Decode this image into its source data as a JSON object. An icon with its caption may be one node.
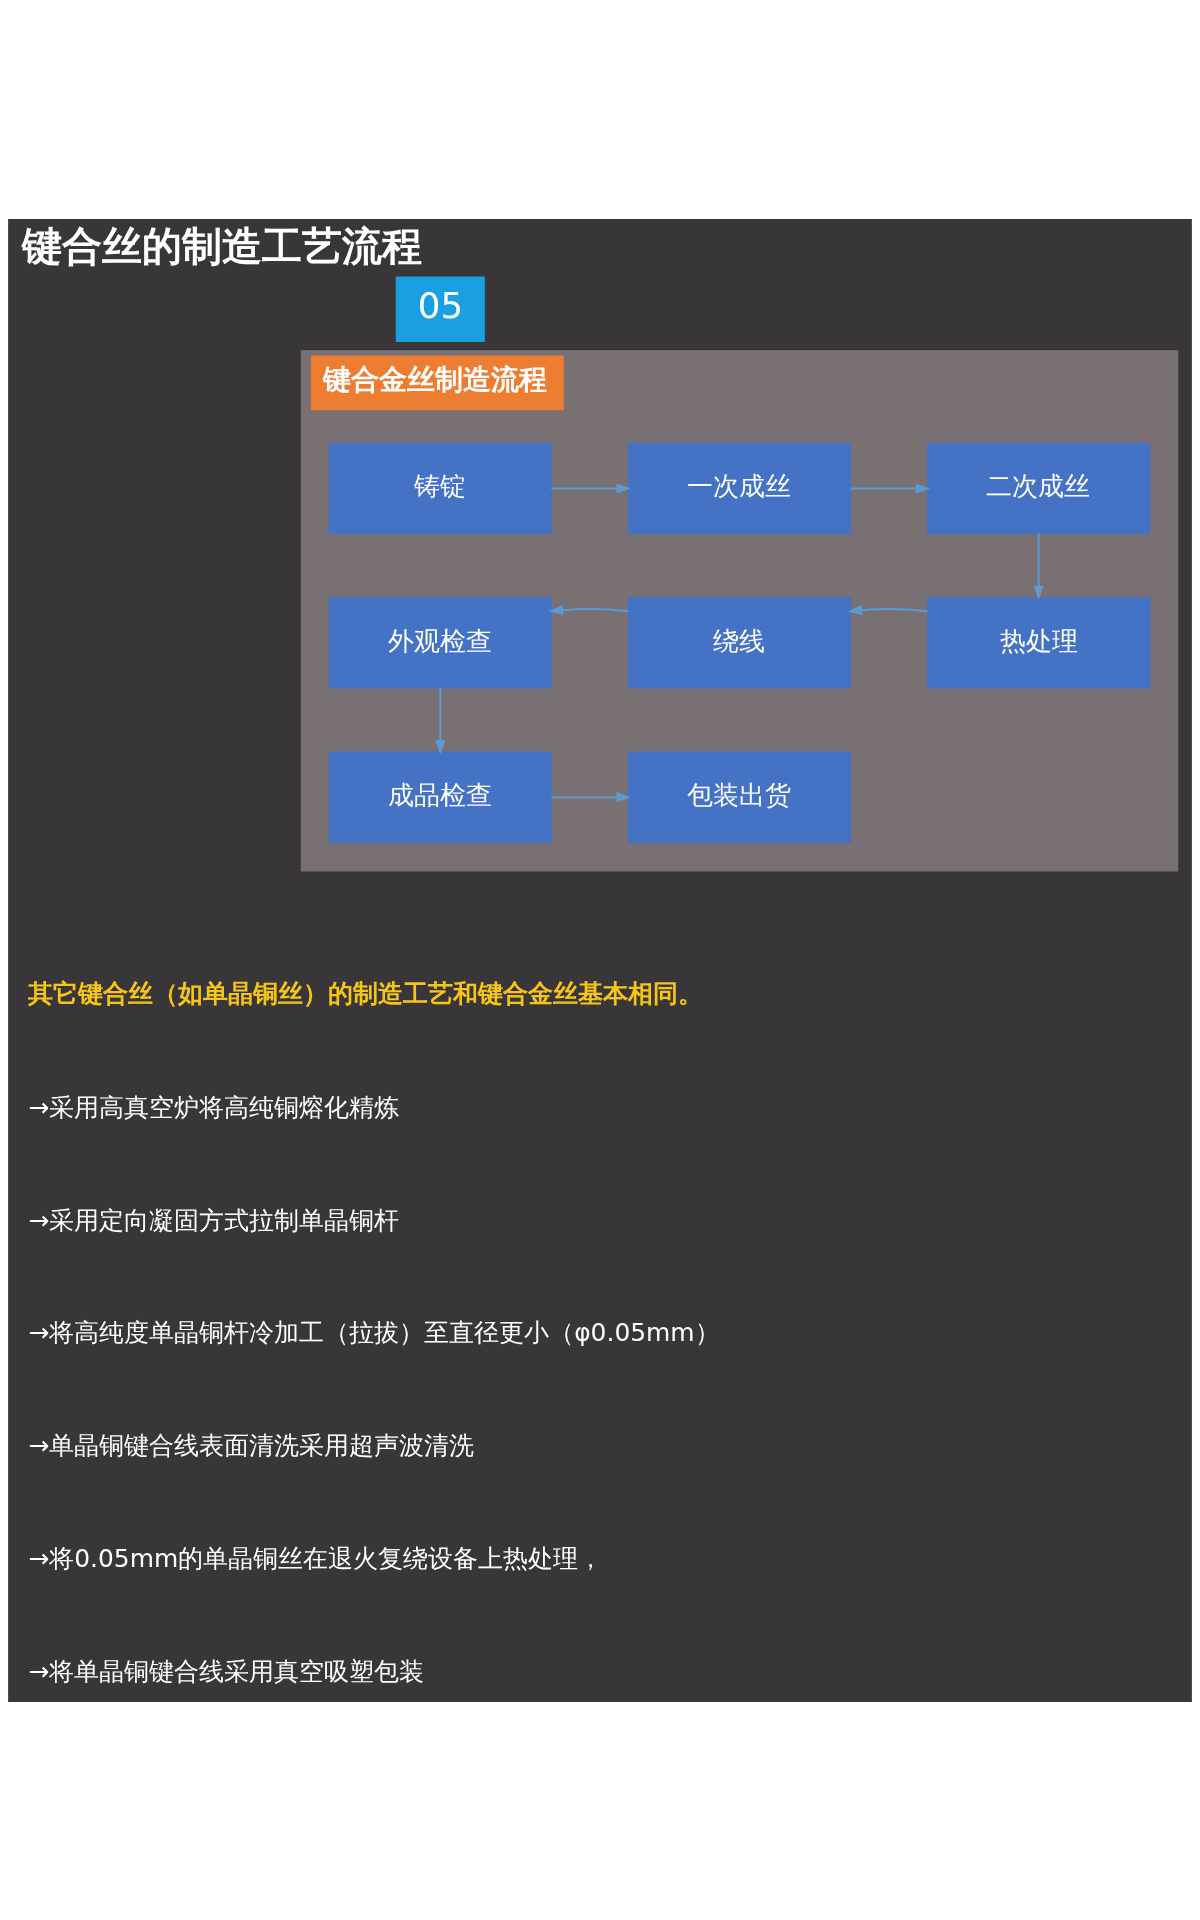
{
  "diagram": {
    "title": "键合丝的制造工艺流程",
    "nodes": [
      {
        "text": [
          "05"
        ]
      },
      {
        "text": [
          "键合金丝制造流程"
        ]
      },
      {
        "text": [
          "铸锭"
        ],
        "in": 1
      },
      {
        "text": [
          "一次成丝"
        ],
        "in": 1
      },
      {
        "text": [
          "二次成丝"
        ],
        "in": 1
      },
      {
        "text": [
          "热处理"
        ],
        "in": 1
      },
      {
        "text": [
          "绕线"
        ],
        "in": 1
      },
      {
        "text": [
          "外观检查"
        ],
        "in": 1
      },
      {
        "text": [
          "成品检查"
        ],
        "in": 1
      },
      {
        "text": [
          "包装出货"
        ],
        "in": 1
      }
    ],
    "edges": [
      {
        "from": 2,
        "to": 3,
        "arrow": "to"
      },
      {
        "from": 3,
        "to": 4,
        "arrow": "to"
      },
      {
        "from": 4,
        "to": 5,
        "arrow": "to"
      },
      {
        "from": 5,
        "to": 6,
        "arrow": "to"
      },
      {
        "from": 6,
        "to": 7,
        "arrow": "to"
      },
      {
        "from": 7,
        "to": 8,
        "arrow": "to"
      },
      {
        "from": 8,
        "to": 9,
        "arrow": "to"
      }
    ],
    "labels": [
      "其它键合丝（如单晶铜丝）的制造工艺和键合金丝基本相同。",
      "→采用高真空炉将高纯铜熔化精炼",
      "→采用定向凝固方式拉制单晶铜杆",
      "→将高纯度单晶铜杆冷加工（拉拔）至直径更小（φ0.05mm）",
      "→单晶铜键合线表面清洗采用超声波清洗",
      "→将0.05mm的单晶铜丝在退火复绕设备上热处理，",
      "→将单晶铜键合线采用真空吸塑包装"
    ]
  }
}
